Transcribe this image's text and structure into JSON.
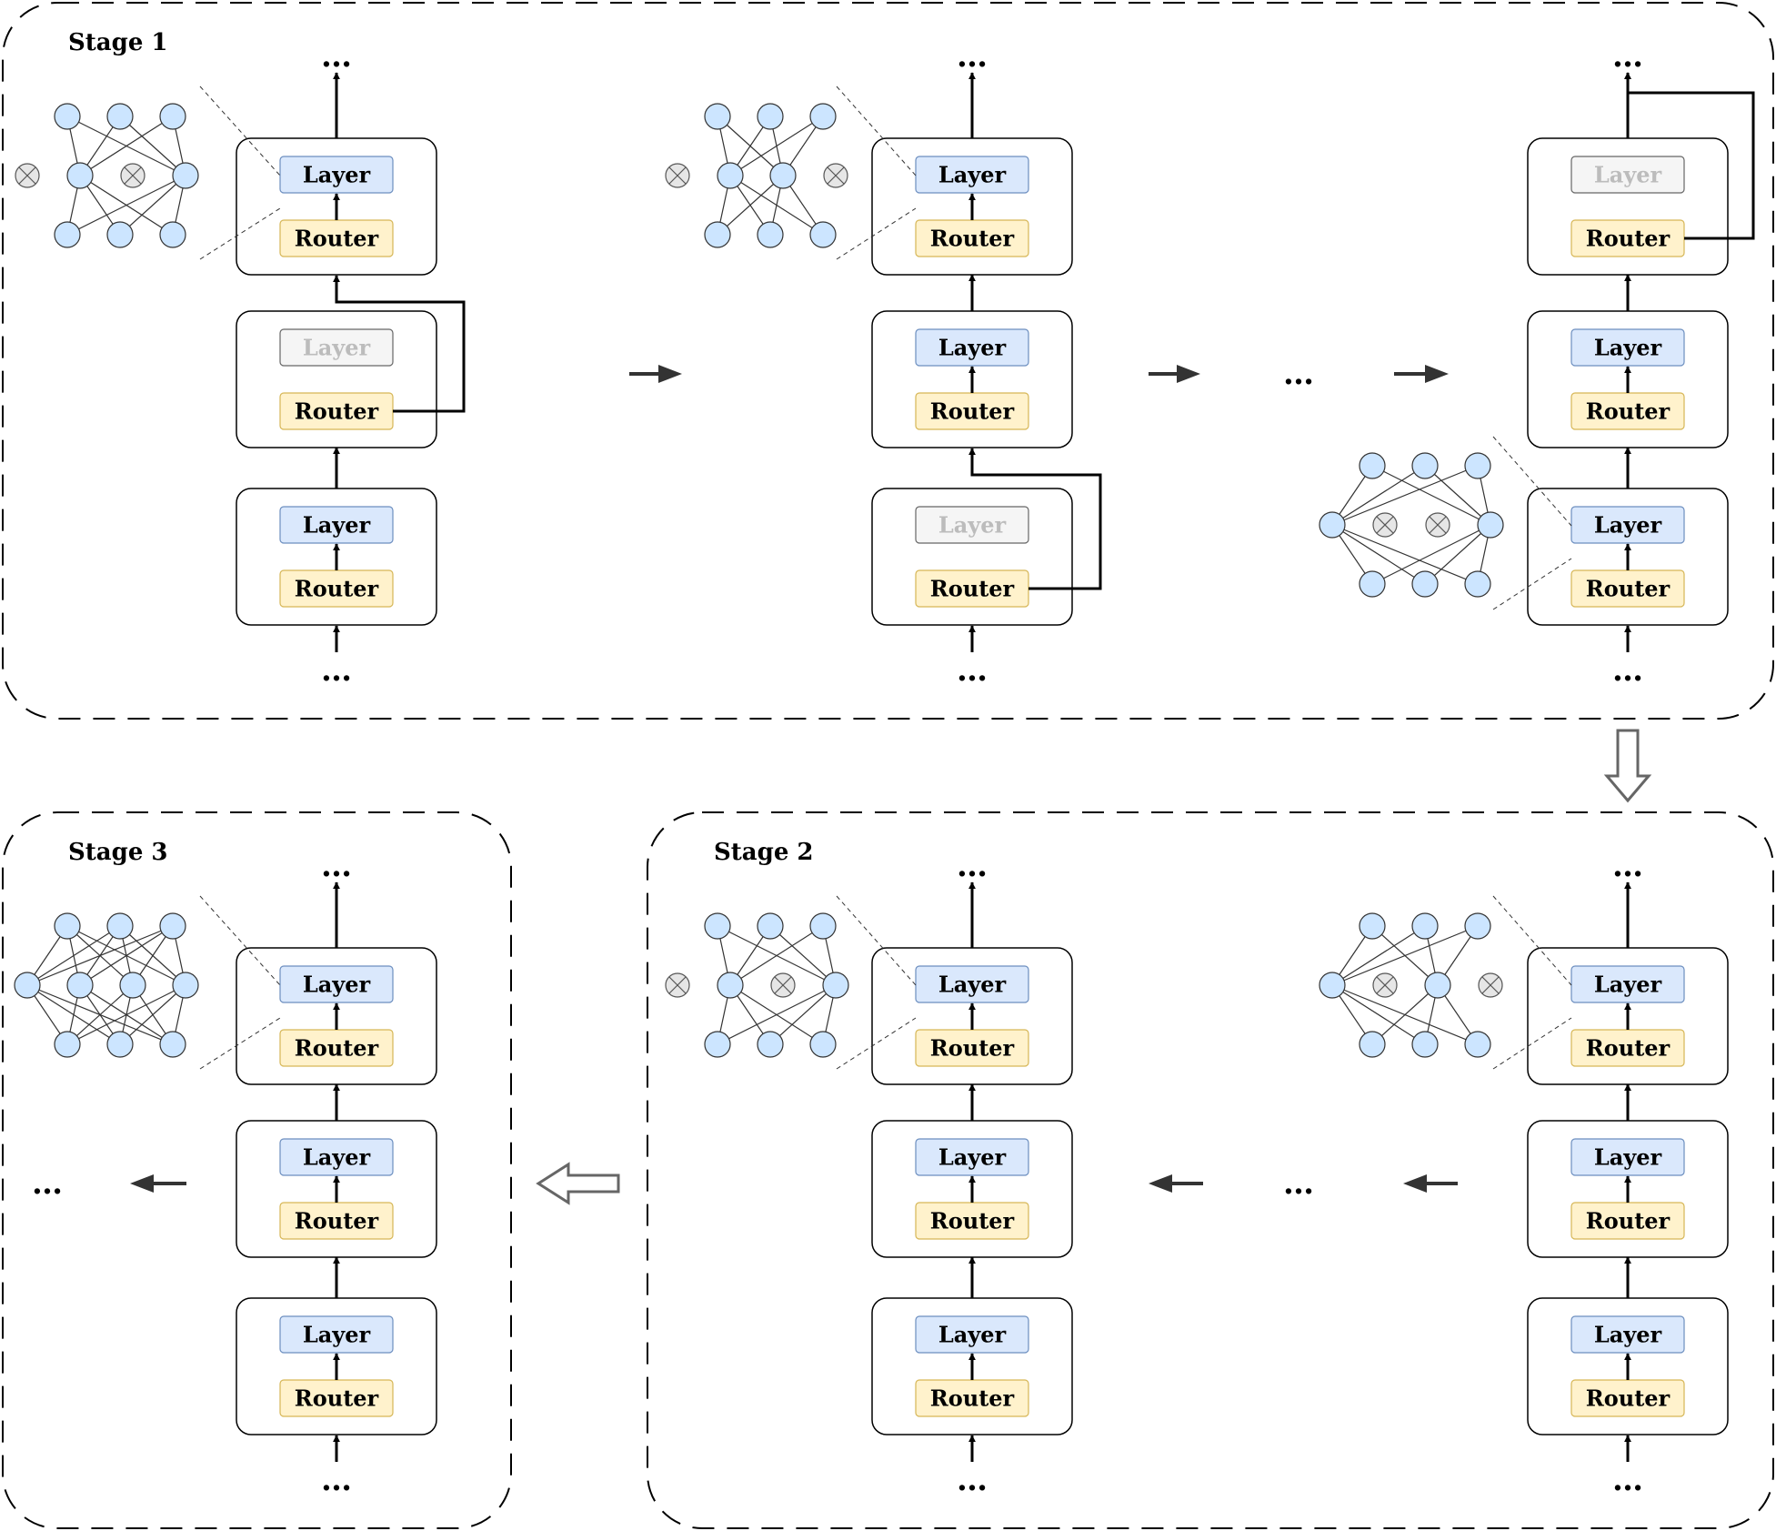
{
  "stages": [
    {
      "label": "Stage 1"
    },
    {
      "label": "Stage 2"
    },
    {
      "label": "Stage 3"
    }
  ],
  "labels": {
    "layer": "Layer",
    "router": "Router",
    "ellipsis": "…"
  },
  "colors": {
    "layer_fill": "#dae8fc",
    "layer_stroke": "#6c8ebf",
    "router_fill": "#fff2cc",
    "router_stroke": "#d6b656",
    "skipped_fill": "#f5f5f5",
    "skipped_stroke": "#666666",
    "skipped_text": "#bcbcbc",
    "neuron_fill": "#cce5ff"
  }
}
